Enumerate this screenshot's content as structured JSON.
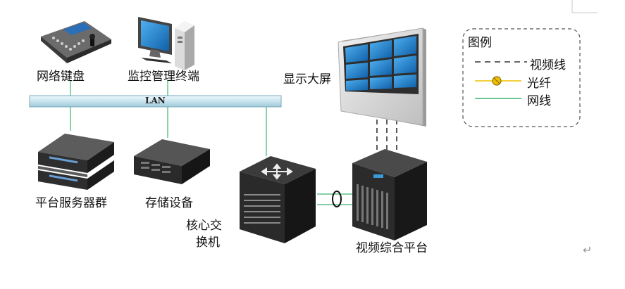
{
  "diagram": {
    "devices": {
      "keyboard": "网络键盘",
      "terminal": "监控管理终端",
      "video_wall": "显示大屏",
      "servers": "平台服务器群",
      "storage": "存储设备",
      "core_switch_line1": "核心交",
      "core_switch_line2": "换机",
      "video_platform": "视频综合平台"
    },
    "lan_label": "LAN",
    "legend": {
      "title": "图例",
      "items": [
        {
          "label": "视频线",
          "style": "dashed",
          "color": "#333333"
        },
        {
          "label": "光纤",
          "style": "fiber",
          "color": "#f0c000"
        },
        {
          "label": "网线",
          "style": "solid",
          "color": "#3cb371"
        }
      ]
    },
    "colors": {
      "network_line": "#3cb371",
      "fiber_line": "#f0c000",
      "video_line": "#333333",
      "lan_bar": "#d6ecf5",
      "screen_blue": "#1f7fd0"
    },
    "return_mark": "↵"
  }
}
